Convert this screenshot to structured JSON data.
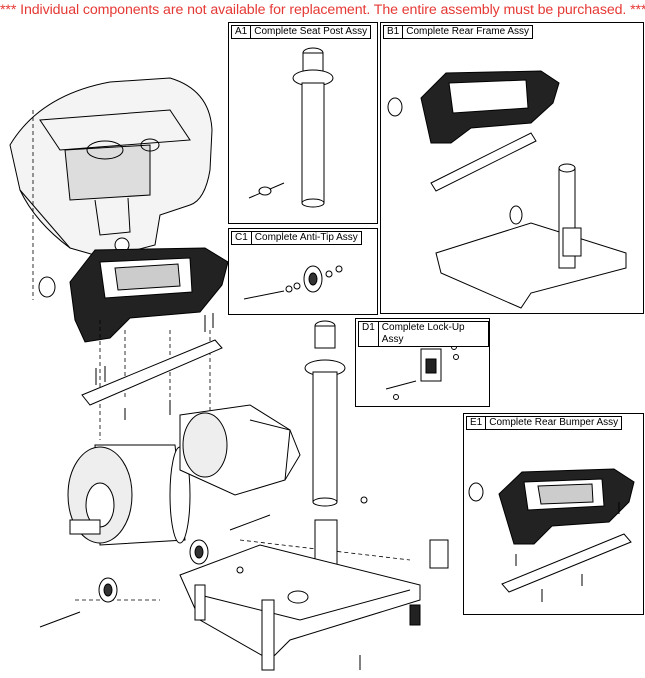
{
  "banner": "*** Individual components are not available for replacement. The entire assembly must be purchased. ***",
  "colors": {
    "banner": "#e53935",
    "line": "#000000"
  },
  "assemblies": [
    {
      "code": "A1",
      "name": "Complete Seat Post Assy"
    },
    {
      "code": "B1",
      "name": "Complete Rear Frame Assy"
    },
    {
      "code": "C1",
      "name": "Complete Anti-Tip Assy"
    },
    {
      "code": "D1",
      "name": "Complete Lock-Up Assy"
    },
    {
      "code": "E1",
      "name": "Complete Rear Bumper Assy"
    }
  ]
}
